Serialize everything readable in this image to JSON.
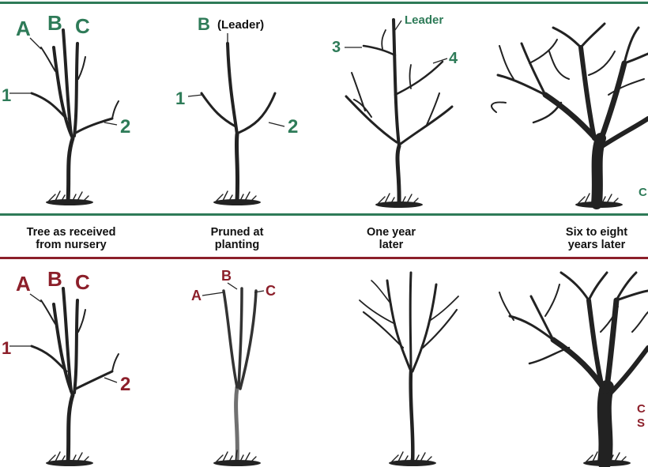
{
  "top_row": {
    "colors": {
      "accent": "#2e7b58",
      "label": "#2e7b58"
    },
    "panel_1": {
      "label_a": "A",
      "label_b": "B",
      "label_c": "C",
      "label_1": "1",
      "label_2": "2"
    },
    "panel_2": {
      "label_b": "B",
      "label_leader": "(Leader)",
      "label_1": "1",
      "label_2": "2"
    },
    "panel_3": {
      "label_leader": "Leader",
      "label_3": "3",
      "label_4": "4"
    },
    "panel_4": {
      "label_edge": "C"
    }
  },
  "captions": [
    {
      "line1": "Tree as received",
      "line2": "from nursery"
    },
    {
      "line1": "Pruned at",
      "line2": "planting"
    },
    {
      "line1": "One year",
      "line2": "later"
    },
    {
      "line1": "Six to eight",
      "line2": "years later"
    }
  ],
  "bottom_row": {
    "colors": {
      "accent": "#8c1f2a",
      "label": "#8c1f2a"
    },
    "panel_1": {
      "label_a": "A",
      "label_b": "B",
      "label_c": "C",
      "label_1": "1",
      "label_2": "2"
    },
    "panel_2": {
      "label_a": "A",
      "label_b": "B",
      "label_c": "C"
    },
    "panel_4": {
      "label_edge_1": "C",
      "label_edge_2": "S"
    }
  }
}
